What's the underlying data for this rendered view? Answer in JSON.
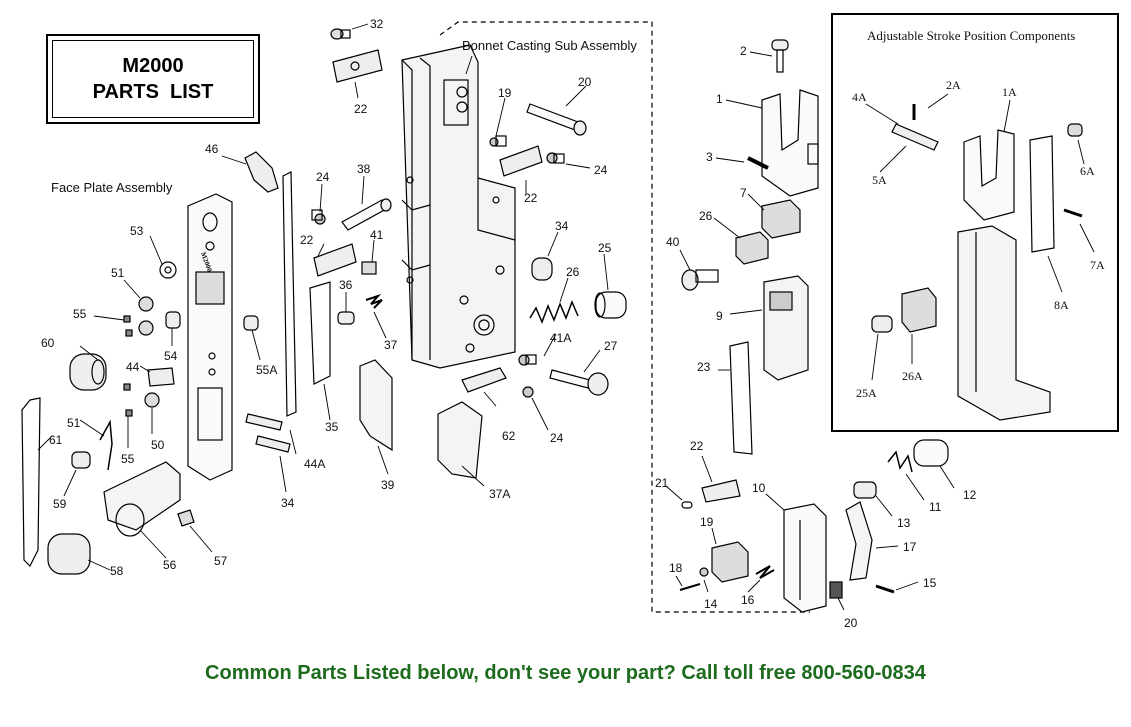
{
  "title": {
    "line1": "M2000",
    "line2": "PARTS  LIST"
  },
  "captions": {
    "face_plate": "Face Plate Assembly",
    "bonnet": "Bonnet Casting Sub Assembly",
    "inset": "Adjustable Stroke Position Components"
  },
  "labels": {
    "p32": "32",
    "p22a": "22",
    "p19a": "19",
    "p20a": "20",
    "p24a": "24",
    "p24b": "24",
    "p22b": "22",
    "p46": "46",
    "p38": "38",
    "p22c": "22",
    "p41": "41",
    "p53": "53",
    "p51a": "51",
    "p55a": "55",
    "p36": "36",
    "p37": "37",
    "p34a": "34",
    "p25": "25",
    "p26a": "26",
    "p41a": "41A",
    "p27": "27",
    "p60": "60",
    "p44": "44",
    "p54": "54",
    "p55A": "55A",
    "p35": "35",
    "p62": "62",
    "p24c": "24",
    "p50": "50",
    "p55b": "55",
    "p51b": "51",
    "p61": "61",
    "p44A": "44A",
    "p39": "39",
    "p59": "59",
    "p34b": "34",
    "p37A": "37A",
    "p56": "56",
    "p57": "57",
    "p58": "58",
    "p2": "2",
    "p1": "1",
    "p3": "3",
    "p7": "7",
    "p26b": "26",
    "p40": "40",
    "p9": "9",
    "p23": "23",
    "p22d": "22",
    "p21": "21",
    "p10": "10",
    "p19b": "19",
    "p18": "18",
    "p14": "14",
    "p16": "16",
    "p20b": "20",
    "p12": "12",
    "p11": "11",
    "p13": "13",
    "p17": "17",
    "p15": "15",
    "p4A": "4A",
    "p2A": "2A",
    "p1A": "1A",
    "p6A": "6A",
    "p5A": "5A",
    "p7A": "7A",
    "p8A": "8A",
    "p25A": "25A",
    "p26A": "26A"
  },
  "faceplate_logo": "M2000",
  "footer": "Common Parts Listed below, don't see your part? Call toll free 800-560-0834",
  "colors": {
    "footer": "#1d6b1d",
    "line": "#000000"
  }
}
